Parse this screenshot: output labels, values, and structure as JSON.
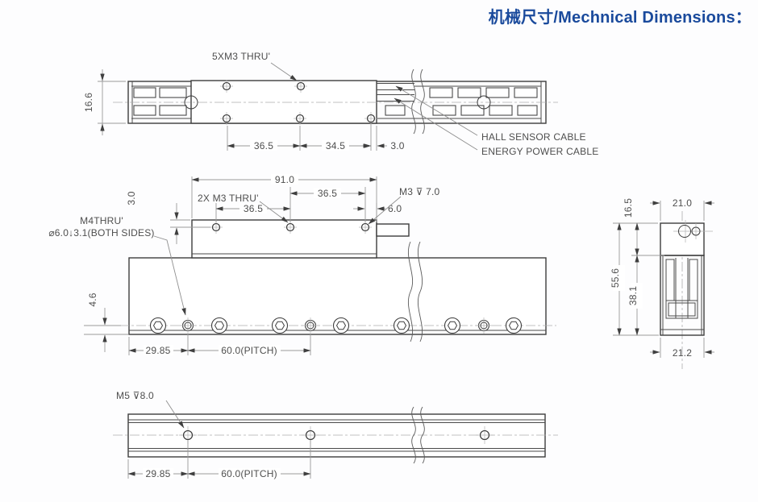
{
  "header": {
    "title": "机械尺寸/Mechnical Dimensions："
  },
  "colors": {
    "title_blue": "#1a4a9c",
    "drawing_line": "#3d3d3d",
    "dim_gray": "#9a9a9a"
  },
  "views": {
    "top_view": {
      "labels": {
        "thread": "5XM3 THRU'",
        "cable_hall": "HALL SENSOR CABLE",
        "cable_power": "ENERGY POWER CABLE"
      },
      "dims": {
        "height": "16.6",
        "spacing_a": "36.5",
        "spacing_b": "34.5",
        "edge_offset": "3.0"
      }
    },
    "slider_view": {
      "labels": {
        "thread_top": "2X M3 THRU'",
        "thread_side": "M3 ⊽ 7.0"
      },
      "dims": {
        "length": "91.0",
        "spacing_top": "36.5",
        "spacing_front": "36.5",
        "hole_offset_top": "3.0",
        "side_offset": "6.0"
      }
    },
    "stator_view": {
      "labels": {
        "hole_l1": "M4THRU'",
        "hole_l2": "⌀6.0↓3.1(BOTH SIDES)"
      },
      "dims": {
        "hole_height": "4.6",
        "end_offset": "29.85",
        "pitch": "60.0(PITCH)"
      }
    },
    "end_view": {
      "dims": {
        "top_width": "21.0",
        "slider_height": "16.5",
        "total_height": "55.6",
        "stator_height": "38.1",
        "bottom_width": "21.2"
      }
    },
    "bottom_view": {
      "labels": {
        "thread": "M5 ⊽8.0"
      },
      "dims": {
        "end_offset": "29.85",
        "pitch": "60.0(PITCH)"
      }
    }
  }
}
